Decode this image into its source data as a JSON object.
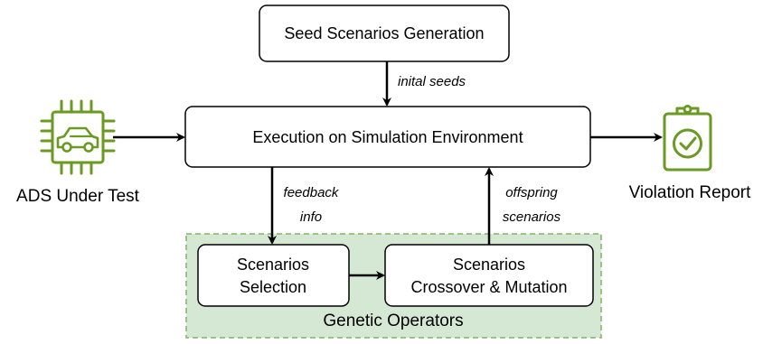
{
  "boxes": {
    "seed": "Seed Scenarios Generation",
    "execution": "Execution on Simulation Environment",
    "selection": [
      "Scenarios",
      "Selection"
    ],
    "crossover": [
      "Scenarios",
      "Crossover & Mutation"
    ]
  },
  "group_label": "Genetic Operators",
  "arrow_labels": {
    "initial_seeds": "inital seeds",
    "feedback": [
      "feedback",
      "info"
    ],
    "offspring": [
      "offspring",
      "scenarios"
    ]
  },
  "captions": {
    "ads": "ADS Under Test",
    "report": "Violation Report"
  },
  "icons": {
    "ads": "chip-car-icon",
    "report": "clipboard-check-icon"
  },
  "colors": {
    "icon_green": "#6a9a22",
    "group_fill": "#d5e8d4",
    "group_border": "#82b366"
  }
}
